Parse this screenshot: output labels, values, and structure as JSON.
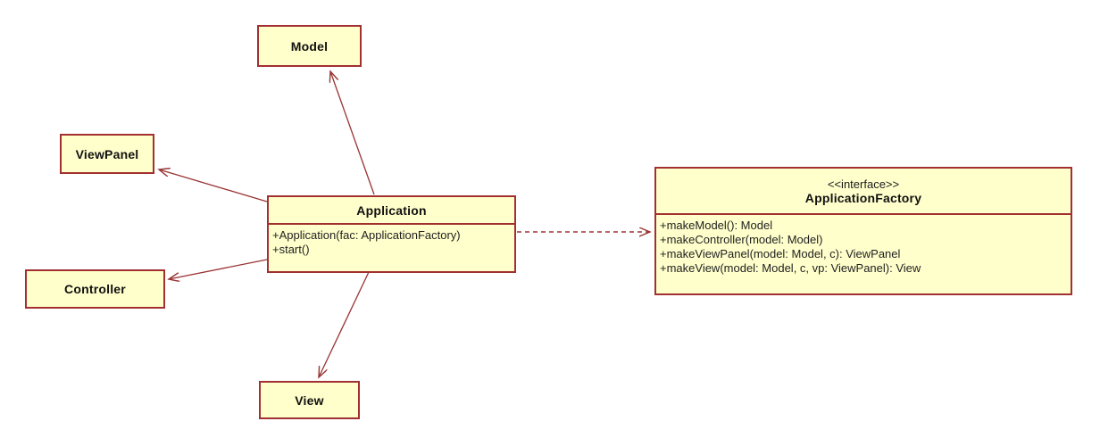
{
  "diagram": {
    "classes": {
      "model": {
        "name": "Model"
      },
      "viewpanel": {
        "name": "ViewPanel"
      },
      "controller": {
        "name": "Controller"
      },
      "view": {
        "name": "View"
      },
      "application": {
        "name": "Application",
        "methods": [
          "+Application(fac: ApplicationFactory)",
          "+start()"
        ]
      },
      "factory": {
        "stereotype": "<<interface>>",
        "name": "ApplicationFactory",
        "methods": [
          "+makeModel(): Model",
          "+makeController(model: Model)",
          "+makeViewPanel(model: Model, c): ViewPanel",
          "+makeView(model: Model, c, vp: ViewPanel): View"
        ]
      }
    },
    "colors": {
      "box_fill": "#ffffcc",
      "box_border": "#a23030",
      "arrow_stroke": "#993333",
      "background": "#ffffff"
    }
  }
}
